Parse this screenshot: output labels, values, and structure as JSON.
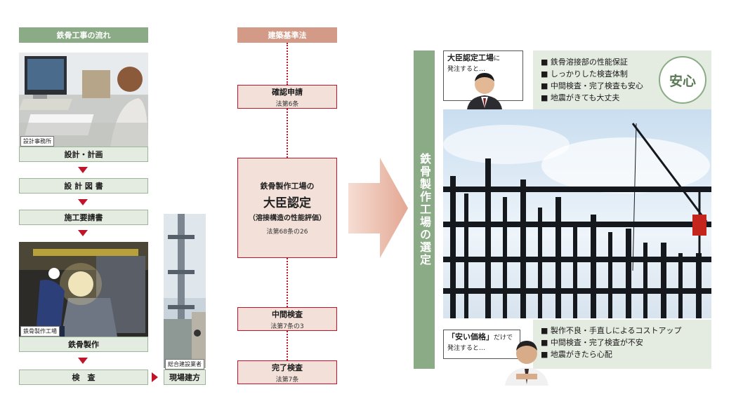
{
  "left": {
    "header": "鉄骨工事の流れ",
    "photo1_label": "設計事務所",
    "step_design": "設計・計画",
    "step_drawings": "設 計 図 書",
    "step_construction_docs": "施工要請書",
    "photo2_label": "鉄骨製作工場",
    "step_fabrication": "鉄骨製作",
    "step_inspection": "検　査",
    "side_photo_label": "総合建設業者",
    "step_site": "現場建方"
  },
  "middle": {
    "header": "建築基準法",
    "box1": {
      "title": "確認申請",
      "sub": "法第6条"
    },
    "box2": {
      "line1": "鉄骨製作工場の",
      "line2": "大臣認定",
      "line3": "（溶接構造の性能評価）",
      "sub": "法第68条の26"
    },
    "box3": {
      "title": "中間検査",
      "sub": "法第7条の3"
    },
    "box4": {
      "title": "完了検査",
      "sub": "法第7条"
    }
  },
  "right": {
    "vertical_title": "鉄骨製作工場の選定",
    "top_bubble": {
      "strong": "大臣認定工場",
      "tail": "に",
      "line2": "発注すると…"
    },
    "top_bullets": [
      "鉄骨溶接部の性能保証",
      "しっかりした検査体制",
      "中間検査・完了検査も安心",
      "地震がきても大丈夫"
    ],
    "badge": "安心",
    "bottom_bubble": {
      "strong": "「安い価格」",
      "tail": "だけで",
      "line2": "発注すると…"
    },
    "bottom_bullets": [
      "製作不良・手直しによるコストアップ",
      "中間検査・完了検査が不安",
      "地震がきたら心配"
    ]
  },
  "colors": {
    "green": "#8bab86",
    "pink": "#d49a88",
    "red": "#c0142a",
    "panel": "#e4ebe0"
  }
}
